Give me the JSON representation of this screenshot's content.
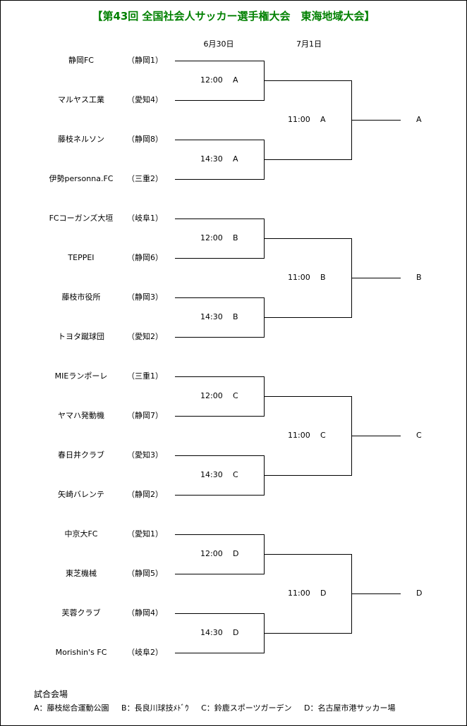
{
  "title": "【第43回 全国社会人サッカー選手権大会　東海地域大会】",
  "dates": {
    "round1": "6月30日",
    "round2": "7月1日"
  },
  "blocks": [
    {
      "teams": [
        {
          "name": "静岡FC",
          "seed": "（静岡1）"
        },
        {
          "name": "マルヤス工業",
          "seed": "（愛知4）"
        },
        {
          "name": "藤枝ネルソン",
          "seed": "（静岡8）"
        },
        {
          "name": "伊勢personna.FC",
          "seed": "（三重2）"
        }
      ],
      "round1": [
        {
          "time": "12:00",
          "venue": "A"
        },
        {
          "time": "14:30",
          "venue": "A"
        }
      ],
      "round2": {
        "time": "11:00",
        "venue": "A"
      },
      "result": "A"
    },
    {
      "teams": [
        {
          "name": "FCコーガンズ大垣",
          "seed": "（岐阜1）"
        },
        {
          "name": "TEPPEI",
          "seed": "（静岡6）"
        },
        {
          "name": "藤枝市役所",
          "seed": "（静岡3）"
        },
        {
          "name": "トヨタ蹴球団",
          "seed": "（愛知2）"
        }
      ],
      "round1": [
        {
          "time": "12:00",
          "venue": "B"
        },
        {
          "time": "14:30",
          "venue": "B"
        }
      ],
      "round2": {
        "time": "11:00",
        "venue": "B"
      },
      "result": "B"
    },
    {
      "teams": [
        {
          "name": "MIEランポーレ",
          "seed": "（三重1）"
        },
        {
          "name": "ヤマハ発動機",
          "seed": "（静岡7）"
        },
        {
          "name": "春日井クラブ",
          "seed": "（愛知3）"
        },
        {
          "name": "矢崎バレンテ",
          "seed": "（静岡2）"
        }
      ],
      "round1": [
        {
          "time": "12:00",
          "venue": "C"
        },
        {
          "time": "14:30",
          "venue": "C"
        }
      ],
      "round2": {
        "time": "11:00",
        "venue": "C"
      },
      "result": "C"
    },
    {
      "teams": [
        {
          "name": "中京大FC",
          "seed": "（愛知1）"
        },
        {
          "name": "東芝機械",
          "seed": "（静岡5）"
        },
        {
          "name": "芙蓉クラブ",
          "seed": "（静岡4）"
        },
        {
          "name": "Morishin's FC",
          "seed": "（岐阜2）"
        }
      ],
      "round1": [
        {
          "time": "12:00",
          "venue": "D"
        },
        {
          "time": "14:30",
          "venue": "D"
        }
      ],
      "round2": {
        "time": "11:00",
        "venue": "D"
      },
      "result": "D"
    }
  ],
  "venues_heading": "試合会場",
  "venues": [
    "A：藤枝総合運動公園",
    "B：長良川球技ﾒﾄﾞｳ",
    "C：鈴鹿スポーツガーデン",
    "D：名古屋市港サッカー場"
  ]
}
